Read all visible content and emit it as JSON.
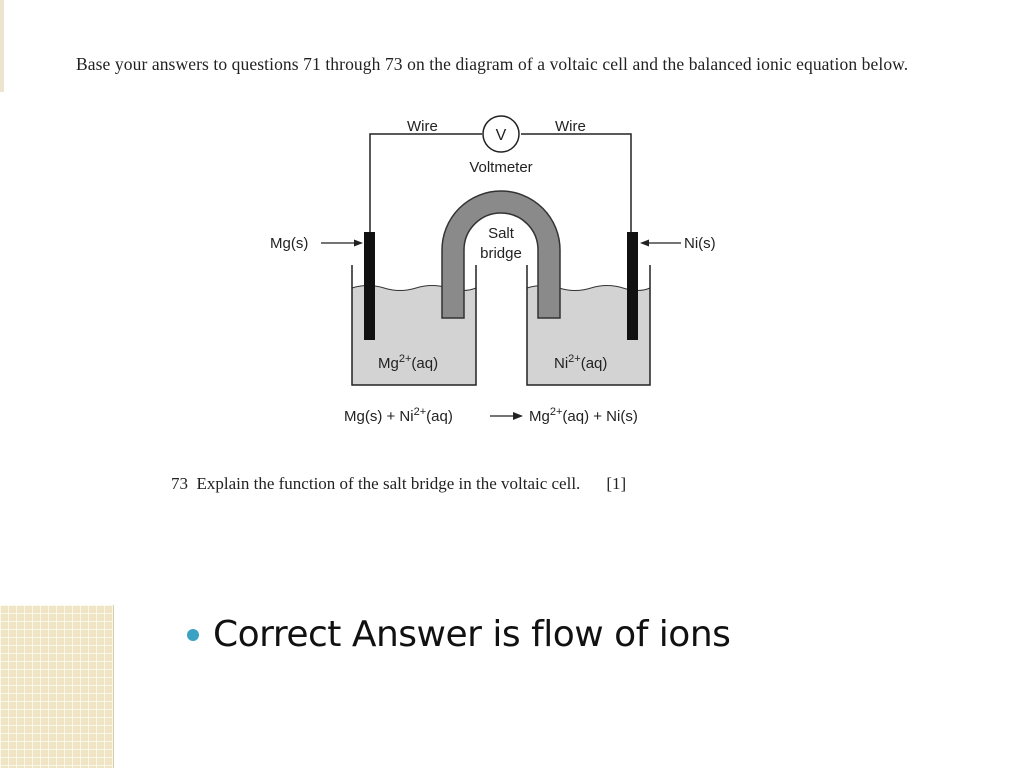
{
  "question": {
    "intro": "Base your answers to questions 71 through 73 on the diagram of a voltaic cell and the balanced ionic equation below.",
    "q73": {
      "number": "73",
      "text": "Explain the function of the salt bridge in the voltaic cell.",
      "marks": "[1]"
    }
  },
  "diagram": {
    "wire_left": "Wire",
    "wire_right": "Wire",
    "voltmeter_symbol": "V",
    "voltmeter_label": "Voltmeter",
    "salt_bridge_line1": "Salt",
    "salt_bridge_line2": "bridge",
    "left_electrode": "Mg(s)",
    "right_electrode": "Ni(s)",
    "left_solution": {
      "base": "Mg",
      "charge": "2+",
      "state": "(aq)"
    },
    "right_solution": {
      "base": "Ni",
      "charge": "2+",
      "state": "(aq)"
    },
    "equation": {
      "reactant1": "Mg(s) + Ni",
      "reactant_charge": "2+",
      "reactant_state": "(aq)",
      "product_base": "Mg",
      "product_charge": "2+",
      "product_tail": "(aq) + Ni(s)"
    }
  },
  "answer": {
    "text": "Correct Answer is flow of ions"
  },
  "colors": {
    "solution": "#d3d3d3",
    "salt_bridge": "#8a8a8a",
    "electrode": "#111111",
    "bullet": "#3ba2c3"
  }
}
